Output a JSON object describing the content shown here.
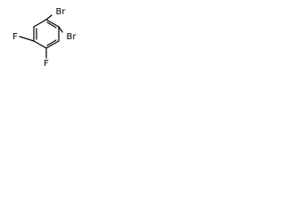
{
  "molecule": {
    "atoms": {
      "br_top": "Br",
      "br_right": "Br",
      "f_left": "F",
      "f_bottom": "F"
    },
    "colors": {
      "bond": "#000000",
      "label": "#000000",
      "background": "#ffffff"
    }
  }
}
